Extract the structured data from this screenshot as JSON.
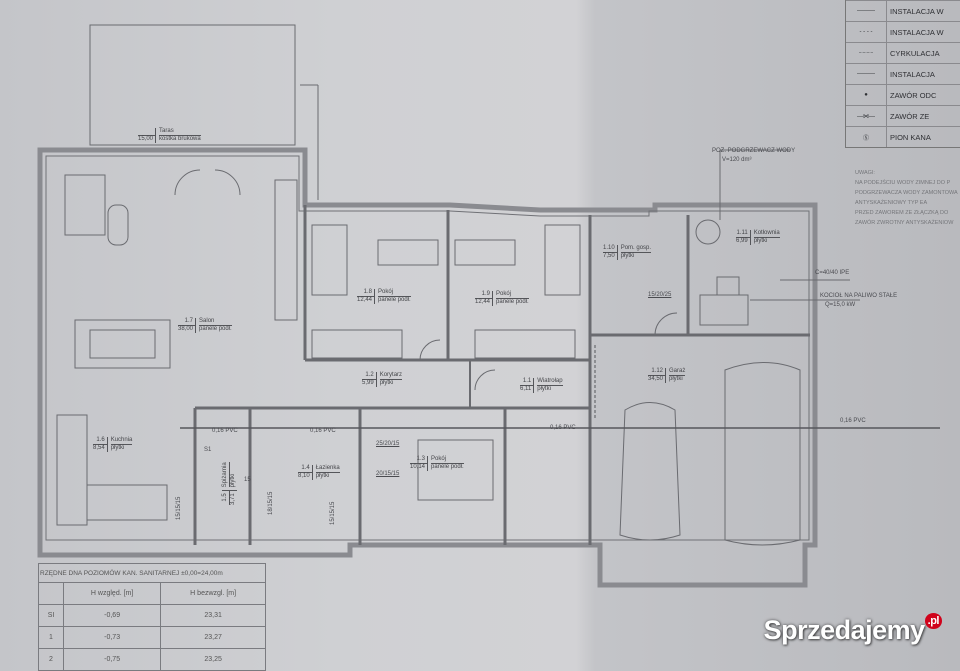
{
  "legend": {
    "header": "",
    "items": [
      {
        "symbol": "solid-line",
        "text": "INSTALACJA W"
      },
      {
        "symbol": "dashed-line",
        "text": "INSTALACJA W"
      },
      {
        "symbol": "dash-dot-line",
        "text": "CYRKULACJA"
      },
      {
        "symbol": "solid-line",
        "text": "INSTALACJA"
      },
      {
        "symbol": "dot",
        "text": "ZAWÓR ODC"
      },
      {
        "symbol": "valve",
        "text": "ZAWÓR ZE"
      },
      {
        "symbol": "circle-s1",
        "text": "PION KANA"
      }
    ]
  },
  "notes": [
    "UWAGI:",
    "NA PODEJŚCIU WODY ZIMNEJ DO P",
    "PODGRZEWACZA WODY ZAMONTOWA",
    "ANTYSKAŻENIOWY TYP EA",
    "PRZED ZAWOREM ZE ZŁĄCZKĄ DO",
    "ZAWÓR ZWROTNY ANTYSKAŻENIOW"
  ],
  "rooms": [
    {
      "num": "",
      "name": "Taras",
      "area": "15,00",
      "floor": "kostka brukowa"
    },
    {
      "num": "1.7",
      "name": "Salon",
      "area": "38,00",
      "floor": "panele podł."
    },
    {
      "num": "1.8",
      "name": "Pokój",
      "area": "12,44",
      "floor": "panele podł."
    },
    {
      "num": "1.9",
      "name": "Pokój",
      "area": "12,44",
      "floor": "panele podł."
    },
    {
      "num": "1.10",
      "name": "Pom. gosp.",
      "area": "7,50",
      "floor": "płytki"
    },
    {
      "num": "1.11",
      "name": "Kotłownia",
      "area": "6,99",
      "floor": "płytki"
    },
    {
      "num": "1.2",
      "name": "Korytarz",
      "area": "5,99",
      "floor": "płytki"
    },
    {
      "num": "1.1",
      "name": "Wiatrołap",
      "area": "6,11",
      "floor": "płytki"
    },
    {
      "num": "1.12",
      "name": "Garaż",
      "area": "34,50",
      "floor": "płytki"
    },
    {
      "num": "1.6",
      "name": "Kuchnia",
      "area": "8,54",
      "floor": "płytki"
    },
    {
      "num": "1.5",
      "name": "Spiżarnia",
      "area": "3,71",
      "floor": "płytki"
    },
    {
      "num": "1.4",
      "name": "Łazienka",
      "area": "8,10",
      "floor": "płytki"
    },
    {
      "num": "1.3",
      "name": "Pokój",
      "area": "10,14",
      "floor": "panele podł."
    }
  ],
  "annotations": {
    "heater": "POZ. PODGRZEWACZ WODY",
    "heater_vol": "V=120 dm³",
    "chimney": "C=40/40 IPE",
    "boiler": "KOCIOŁ NA PALIWO STAŁE",
    "boiler_power": "Q=15,0 kW",
    "pipe1": "0,16 PVC",
    "pipe2": "0,16 PVC",
    "pipe3": "0,16 PVC",
    "pipe4": "0,16 PVC",
    "duct1": "15/20/25",
    "duct2": "25/20/15",
    "duct3": "20/15/15",
    "duct4": "15/15/15",
    "duct5": "18/15/15",
    "duct6": "15/15/15",
    "s1": "S1",
    "d15": "15"
  },
  "table": {
    "caption": "RZĘDNE DNA POZIOMÓW KAN. SANITARNEJ ±0,00=24,00m",
    "headers": [
      "",
      "H względ. [m]",
      "H bezwzgl. [m]"
    ],
    "rows": [
      [
        "SI",
        "-0,69",
        "23,31"
      ],
      [
        "1",
        "-0,73",
        "23,27"
      ],
      [
        "2",
        "-0,75",
        "23,25"
      ]
    ]
  },
  "watermark": {
    "text": "Sprzedajemy",
    "suffix": ".pl",
    "accent": "#d0021b"
  }
}
